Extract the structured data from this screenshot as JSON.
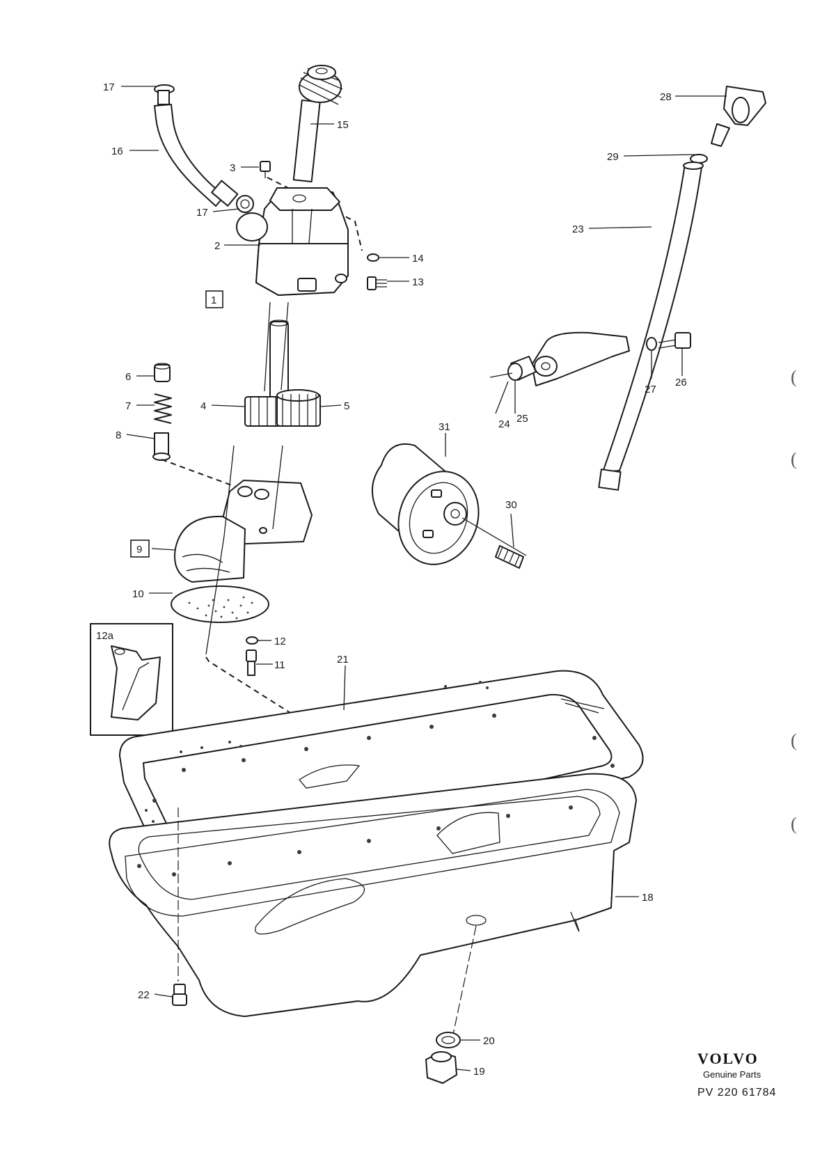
{
  "callouts": {
    "c1": "1",
    "c2": "2",
    "c3": "3",
    "c4": "4",
    "c5": "5",
    "c6": "6",
    "c7": "7",
    "c8": "8",
    "c9": "9",
    "c10": "10",
    "c11": "11",
    "c12": "12",
    "c12a": "12a",
    "c13": "13",
    "c14": "14",
    "c15": "15",
    "c16": "16",
    "c17a": "17",
    "c17b": "17",
    "c18": "18",
    "c19": "19",
    "c20": "20",
    "c21": "21",
    "c22": "22",
    "c23": "23",
    "c24": "24",
    "c25": "25",
    "c26": "26",
    "c27": "27",
    "c28": "28",
    "c29": "29",
    "c30": "30",
    "c31": "31"
  },
  "branding": {
    "name": "VOLVO",
    "subtitle": "Genuine Parts",
    "code": "PV 220 61784"
  },
  "margin_marks": [
    "(",
    "(",
    "(",
    "("
  ],
  "colors": {
    "ink": "#1a1a1a",
    "paper": "#ffffff"
  }
}
